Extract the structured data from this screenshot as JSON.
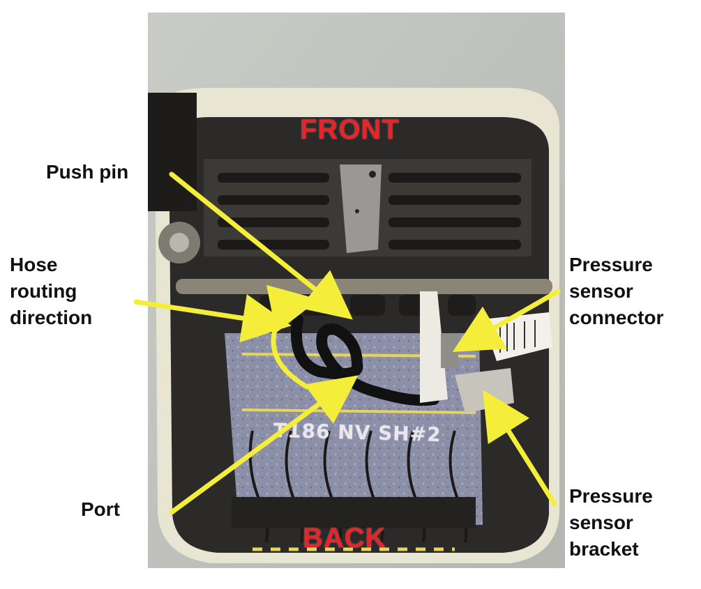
{
  "photo": {
    "front_text": "FRONT",
    "back_text": "BACK",
    "handwriting": "T186 NV SH#2",
    "text_color": "#e8242b"
  },
  "callouts": {
    "push_pin": "Push pin",
    "hose_routing": "Hose\nrouting\ndirection",
    "port": "Port",
    "pressure_sensor_connector": "Pressure\nsensor\nconnector",
    "pressure_sensor_bracket": "Pressure\nsensor\nbracket"
  },
  "colors": {
    "arrow": "#f4ee3a",
    "label_text": "#111111"
  }
}
